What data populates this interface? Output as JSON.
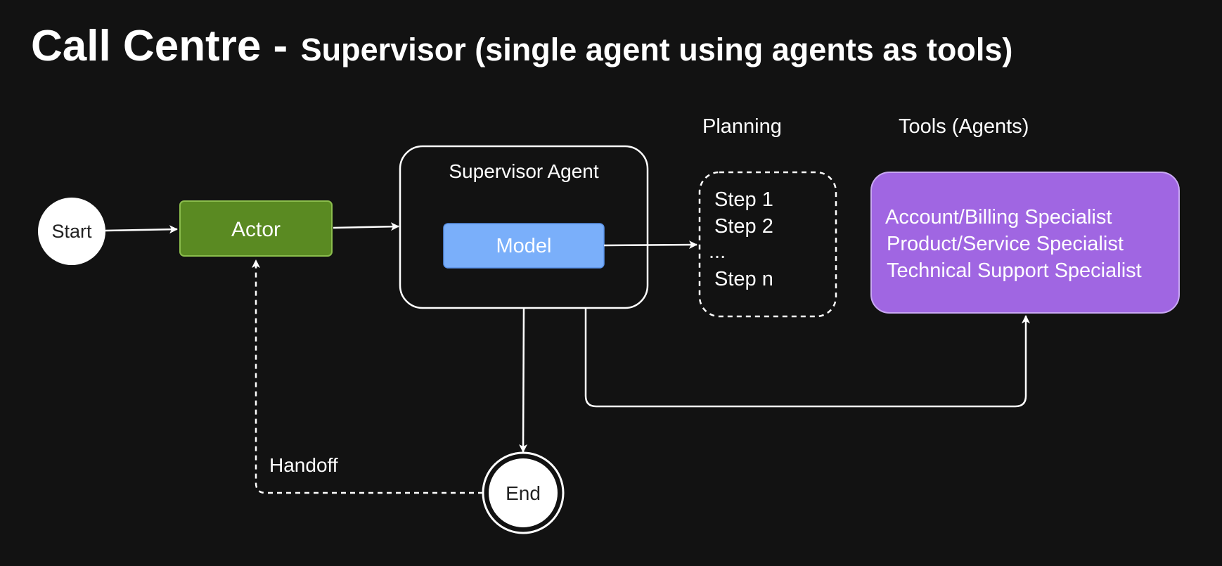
{
  "title": {
    "main": "Call Centre -",
    "subtitle": "Supervisor (single agent using agents as tools)"
  },
  "nodes": {
    "start": {
      "label": "Start"
    },
    "actor": {
      "label": "Actor",
      "color": "#5a8a22"
    },
    "supervisor": {
      "label": "Supervisor Agent"
    },
    "model": {
      "label": "Model",
      "color": "#7aaffa"
    },
    "planning": {
      "heading": "Planning",
      "steps": [
        "Step 1",
        "Step 2",
        "...",
        "Step n"
      ]
    },
    "tools": {
      "heading": "Tools (Agents)",
      "items": [
        "Account/Billing Specialist",
        "Product/Service Specialist",
        "Technical Support Specialist"
      ],
      "color": "#a066e2"
    },
    "end": {
      "label": "End"
    }
  },
  "edges": {
    "handoff_label": "Handoff"
  },
  "colors": {
    "background": "#121212",
    "stroke": "#ffffff"
  }
}
